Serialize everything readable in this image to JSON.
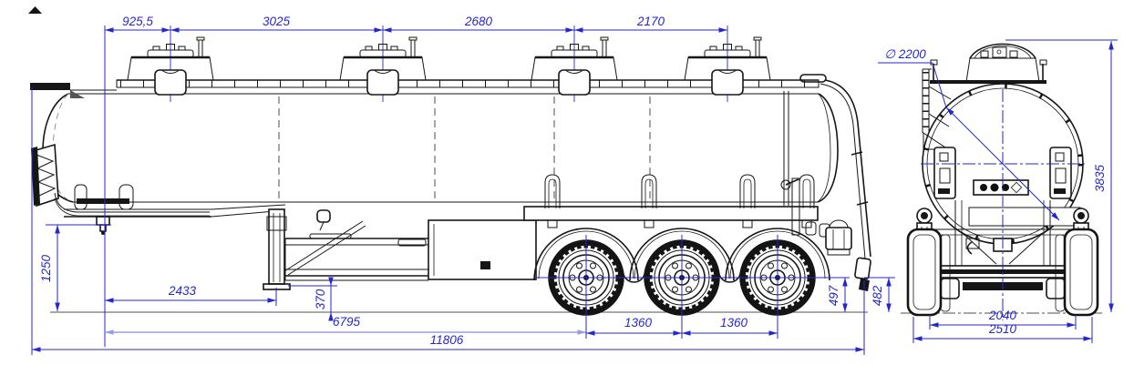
{
  "drawing": {
    "type": "technical-drawing",
    "subject": "tri-axle tank semi-trailer, side view and rear view"
  },
  "colors": {
    "dimension_blue": "#2626cf",
    "dimension_light": "#9b9be4",
    "drawing_black": "#161616",
    "background": "#ffffff"
  },
  "dims": {
    "top": [
      "925,5",
      "3025",
      "2680",
      "2170"
    ],
    "kingpin_height": "1250",
    "kingpin_to_landing_gear": "2433",
    "landing_gear_ground_clearance": "370",
    "kingpin_to_first_axle": "6795",
    "axle_spacing": [
      "1360",
      "1360"
    ],
    "first_axle_height": "497",
    "rear_height": "482",
    "overall_length": "11806",
    "tank_diameter": "∅ 2200",
    "overall_height": "3835",
    "wheel_track": "2040",
    "overall_width": "2510"
  }
}
